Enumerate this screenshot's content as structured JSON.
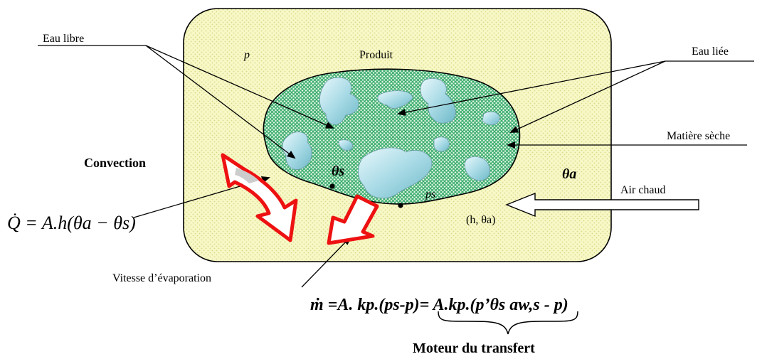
{
  "labels": {
    "eau_libre": "Eau libre",
    "eau_liee": "Eau liée",
    "produit": "Produit",
    "p_product": "p",
    "matiere_seche": "Matière sèche",
    "convection": "Convection",
    "theta_a": "θa",
    "air_chaud": "Air chaud",
    "h_theta_a": "(h, θa)",
    "theta_s": "θs",
    "p_s": "ps",
    "vitesse": "Vitesse d’évaporation",
    "moteur": "Moteur du transfert"
  },
  "equations": {
    "heat_flux": "Q̇ = A.h(θa − θs)",
    "mass_flux": "ṁ =A. kp.(ps-p)= A.kp.(p’θs aw,s - p)"
  },
  "colors": {
    "product_fill": "#f6f7c2",
    "dry_matter_fill": "#5fc49a",
    "water_fill": "#b6e2ea",
    "arrow_red": "#ee1111"
  }
}
